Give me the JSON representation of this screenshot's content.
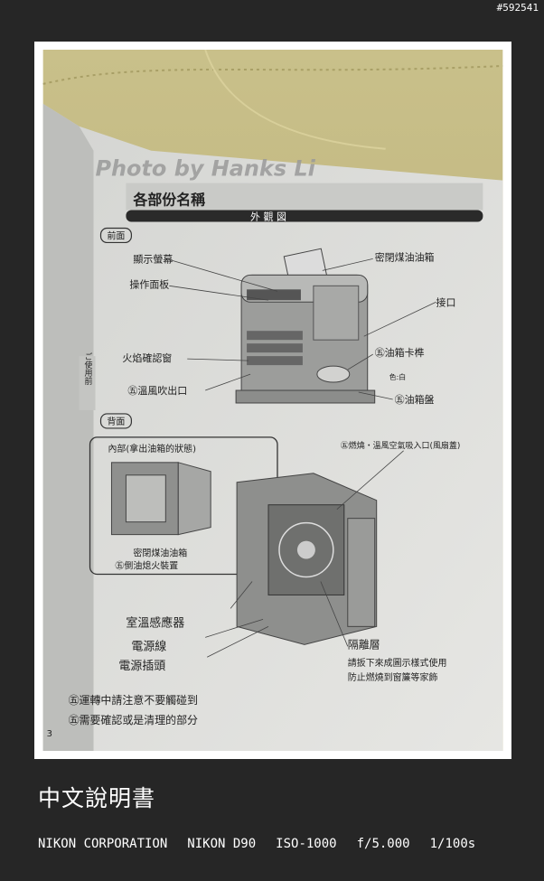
{
  "photo_id": "#592541",
  "caption": "中文說明書",
  "exif": {
    "maker": "NIKON CORPORATION",
    "model": "NIKON D90",
    "iso": "ISO-1000",
    "aperture": "f/5.000",
    "shutter": "1/100s"
  },
  "manual": {
    "watermark": "Photo by Hanks Li",
    "section_title": "各部份名稱",
    "view_title": "外 觀 図",
    "front_tag": "前面",
    "back_tag": "背面",
    "side_tab": "ご使用前",
    "page_number": "3",
    "labels": {
      "display_screen": "顯示螢幕",
      "control_panel": "操作面板",
      "sealed_tank": "密閉煤油油箱",
      "connector": "接口",
      "flame_window": "火焰確認窗",
      "tank_clip": "㊄油箱卡榫",
      "tank_clip_color": "色:白",
      "warm_air_outlet": "㊄溫風吹出口",
      "oil_tray": "㊄油箱盤",
      "interior_note": "內部(拿出油箱的狀態)",
      "intake": "㊄燃燒・溫風空氣吸入口(風扇蓋)",
      "tank_device_1": "密閉煤油油箱",
      "tank_device_2": "㊄倒油熄火裝置",
      "room_sensor": "室溫感應器",
      "power_cord": "電源線",
      "power_plug": "電源插頭",
      "partition": "隔離層",
      "partition_note_1": "請扳下來成圖示樣式使用",
      "partition_note_2": "防止燃燒到窗簾等家飾",
      "warning_1": "㊄運轉中請注意不要觸碰到",
      "warning_2": "㊄需要確認或是清理的部分"
    }
  }
}
